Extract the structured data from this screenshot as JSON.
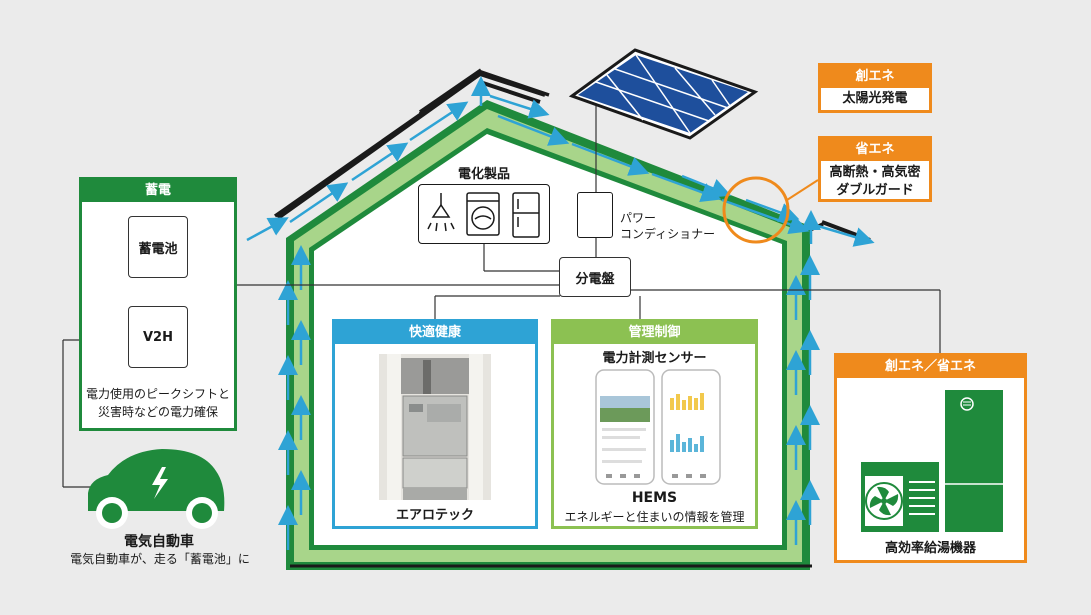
{
  "colors": {
    "green": "#1f8a3c",
    "light_green": "#a8d58a",
    "orange": "#ef8a1c",
    "blue": "#2ea3d5",
    "lime": "#8cc152",
    "arrow": "#2ea3d5"
  },
  "create_energy": {
    "header": "創エネ",
    "body": "太陽光発電"
  },
  "save_energy": {
    "header": "省エネ",
    "line1": "高断熱・高気密",
    "line2": "ダブルガード"
  },
  "storage": {
    "header": "蓄電",
    "battery_label": "蓄電池",
    "v2h_label": "V2H",
    "desc_line1": "電力使用のピークシフトと",
    "desc_line2": "災害時などの電力確保"
  },
  "ev": {
    "title": "電気自動車",
    "caption": "電気自動車が、走る「蓄電池」に"
  },
  "appliances": {
    "title": "電化製品"
  },
  "power_conditioner": {
    "line1": "パワー",
    "line2": "コンディショナー"
  },
  "distribution_board": {
    "label": "分電盤"
  },
  "comfort": {
    "header": "快適健康",
    "caption": "エアロテック"
  },
  "control": {
    "header": "管理制御",
    "title": "電力計測センサー",
    "hems": "HEMS",
    "caption": "エネルギーと住まいの情報を管理"
  },
  "water_heater": {
    "header": "創エネ／省エネ",
    "caption": "高効率給湯機器"
  },
  "icons": [
    "solar-panel-icon",
    "lamp-icon",
    "washing-machine-icon",
    "refrigerator-icon",
    "electric-car-icon",
    "fan-icon",
    "bolt-icon",
    "smartphone-icon"
  ]
}
